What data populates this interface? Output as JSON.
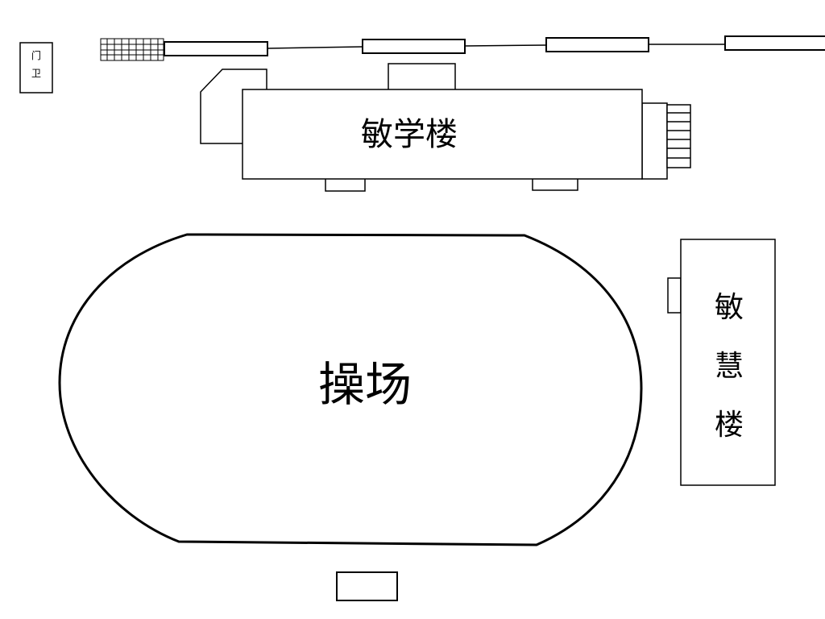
{
  "labels": {
    "gate_top": "门",
    "gate_bottom": "卫",
    "minxue_building": "敏学楼",
    "playground": "操场",
    "minhui_1": "敏",
    "minhui_2": "慧",
    "minhui_3": "楼"
  },
  "colors": {
    "line": "#000000",
    "fill": "#ffffff"
  }
}
